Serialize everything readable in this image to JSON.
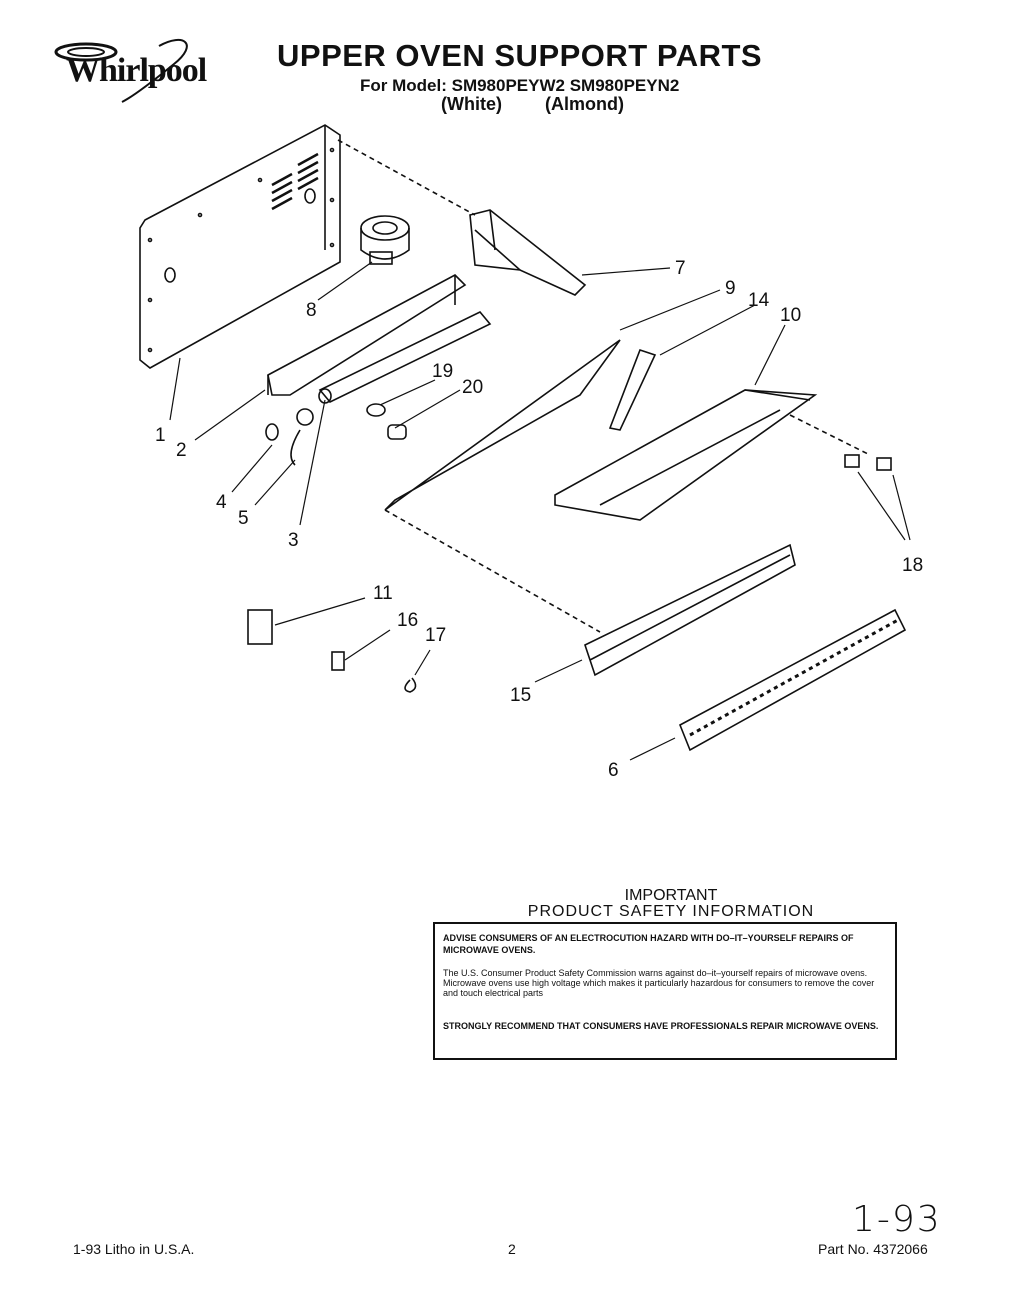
{
  "header": {
    "brand": "Whirlpool",
    "title": "UPPER OVEN SUPPORT PARTS",
    "model_line": "For Model: SM980PEYW2 SM980PEYN2",
    "variant_white": "(White)",
    "variant_almond": "(Almond)"
  },
  "callouts": {
    "c1": "1",
    "c2": "2",
    "c3": "3",
    "c4": "4",
    "c5": "5",
    "c6": "6",
    "c7": "7",
    "c8": "8",
    "c9": "9",
    "c10": "10",
    "c11": "11",
    "c14": "14",
    "c15": "15",
    "c16": "16",
    "c17": "17",
    "c18": "18",
    "c19": "19",
    "c20": "20"
  },
  "safety": {
    "heading_line1": "IMPORTANT",
    "heading_line2": "PRODUCT SAFETY INFORMATION",
    "warning": "ADVISE CONSUMERS OF AN ELECTROCUTION HAZARD WITH DO–IT–YOURSELF REPAIRS OF MICROWAVE OVENS.",
    "body": "The U.S. Consumer Product Safety Commission warns against do–it–yourself repairs of microwave ovens. Microwave ovens use high voltage which makes it particularly hazardous for consumers to remove the cover and touch electrical parts",
    "recommendation": "STRONGLY RECOMMEND THAT CONSUMERS HAVE PROFESSIONALS REPAIR MICROWAVE OVENS."
  },
  "footer": {
    "litho": "1-93 Litho in U.S.A.",
    "page": "2",
    "part_no": "Part No. 4372066",
    "handwritten_date": "1-93"
  }
}
